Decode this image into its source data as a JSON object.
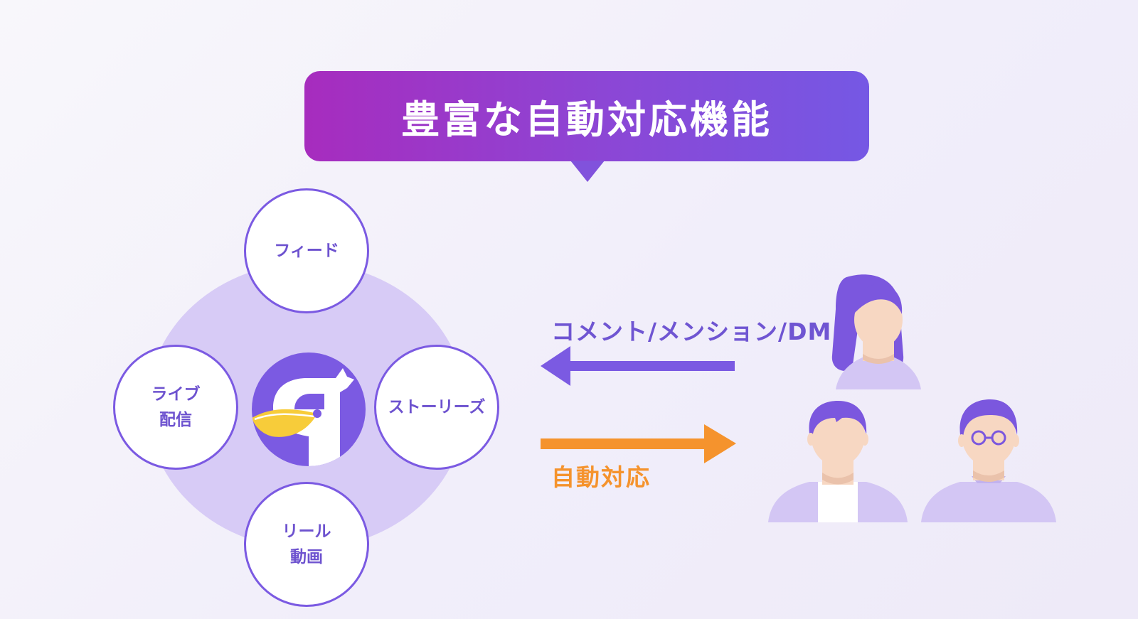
{
  "banner": {
    "title": "豊富な自動対応機能"
  },
  "hub": {
    "nodes": {
      "feed": "フィード",
      "live": "ライブ\n配信",
      "stories": "ストーリーズ",
      "reels": "リール\n動画"
    },
    "center_icon": "brand-logo-icon"
  },
  "flows": {
    "incoming_label": "コメント/メンション/DM",
    "outgoing_label": "自動対応"
  },
  "colors": {
    "primary_purple": "#7b5ae2",
    "banner_start": "#a72cbe",
    "banner_end": "#7558e4",
    "hub_fill": "#d7cbf6",
    "accent_orange": "#f5932d",
    "logo_yellow": "#f7cc3a",
    "skin": "#f7d7c2",
    "hair": "#7b57de"
  },
  "icons": {
    "incoming_arrow": "arrow-left-icon",
    "outgoing_arrow": "arrow-right-icon",
    "users": [
      "woman-user-icon",
      "man-user-icon",
      "man-glasses-user-icon"
    ]
  }
}
